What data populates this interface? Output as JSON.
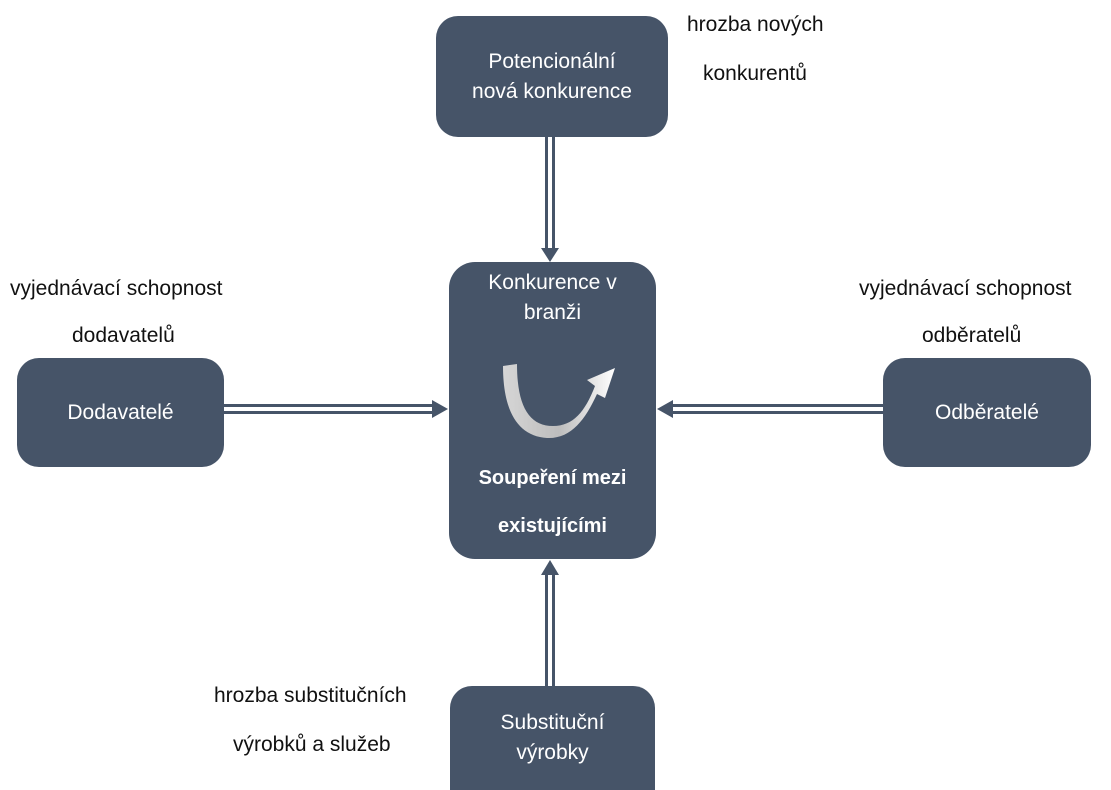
{
  "boxes": {
    "top": [
      "Potencionální",
      "nová konkurence"
    ],
    "left": [
      "Dodavatelé"
    ],
    "right": [
      "Odběratelé"
    ],
    "bottom": [
      "Substituční",
      "výrobky"
    ],
    "center_title": [
      "Konkurence v",
      "branži"
    ],
    "center_rivalry": [
      "Soupeření mezi",
      "existujícími"
    ]
  },
  "labels": {
    "top": [
      "hrozba nových",
      "konkurentů"
    ],
    "left": [
      "vyjednávací schopnost",
      "dodavatelů"
    ],
    "right": [
      "vyjednávací schopnost",
      "odběratelů"
    ],
    "bottom": [
      "hrozba substitučních",
      "výrobků a služeb"
    ]
  },
  "colors": {
    "box_fill": "#465468",
    "box_text": "#ffffff",
    "arrow": "#465468",
    "curve_white": "#ffffff",
    "curve_grey": "#c8c8c8"
  }
}
